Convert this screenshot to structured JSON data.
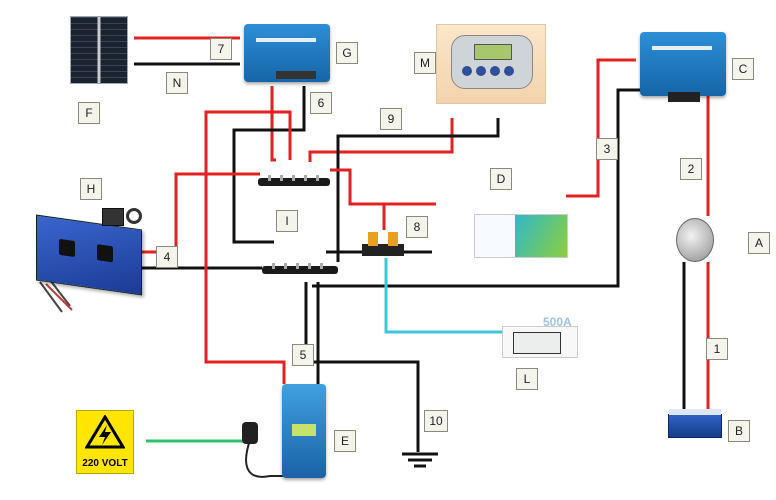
{
  "nodes": [
    {
      "id": "A",
      "label": "A"
    },
    {
      "id": "B",
      "label": "B"
    },
    {
      "id": "C",
      "label": "C"
    },
    {
      "id": "D",
      "label": "D"
    },
    {
      "id": "E",
      "label": "E"
    },
    {
      "id": "F",
      "label": "F"
    },
    {
      "id": "G",
      "label": "G"
    },
    {
      "id": "H",
      "label": "H"
    },
    {
      "id": "I",
      "label": "I"
    },
    {
      "id": "L",
      "label": "L"
    },
    {
      "id": "M",
      "label": "M"
    },
    {
      "id": "N",
      "label": "N"
    }
  ],
  "cables": [
    {
      "label": "1"
    },
    {
      "label": "2"
    },
    {
      "label": "3"
    },
    {
      "label": "4"
    },
    {
      "label": "5"
    },
    {
      "label": "6"
    },
    {
      "label": "7"
    },
    {
      "label": "8"
    },
    {
      "label": "9"
    },
    {
      "label": "10"
    }
  ],
  "mains_sign": {
    "text": "220 VOLT"
  },
  "display_reading": "500A",
  "colors": {
    "positive": "#e62020",
    "negative": "#111111",
    "mains": "#2ec26a",
    "signal": "#3cc8d6",
    "label_bg": "#f4f4ec"
  }
}
